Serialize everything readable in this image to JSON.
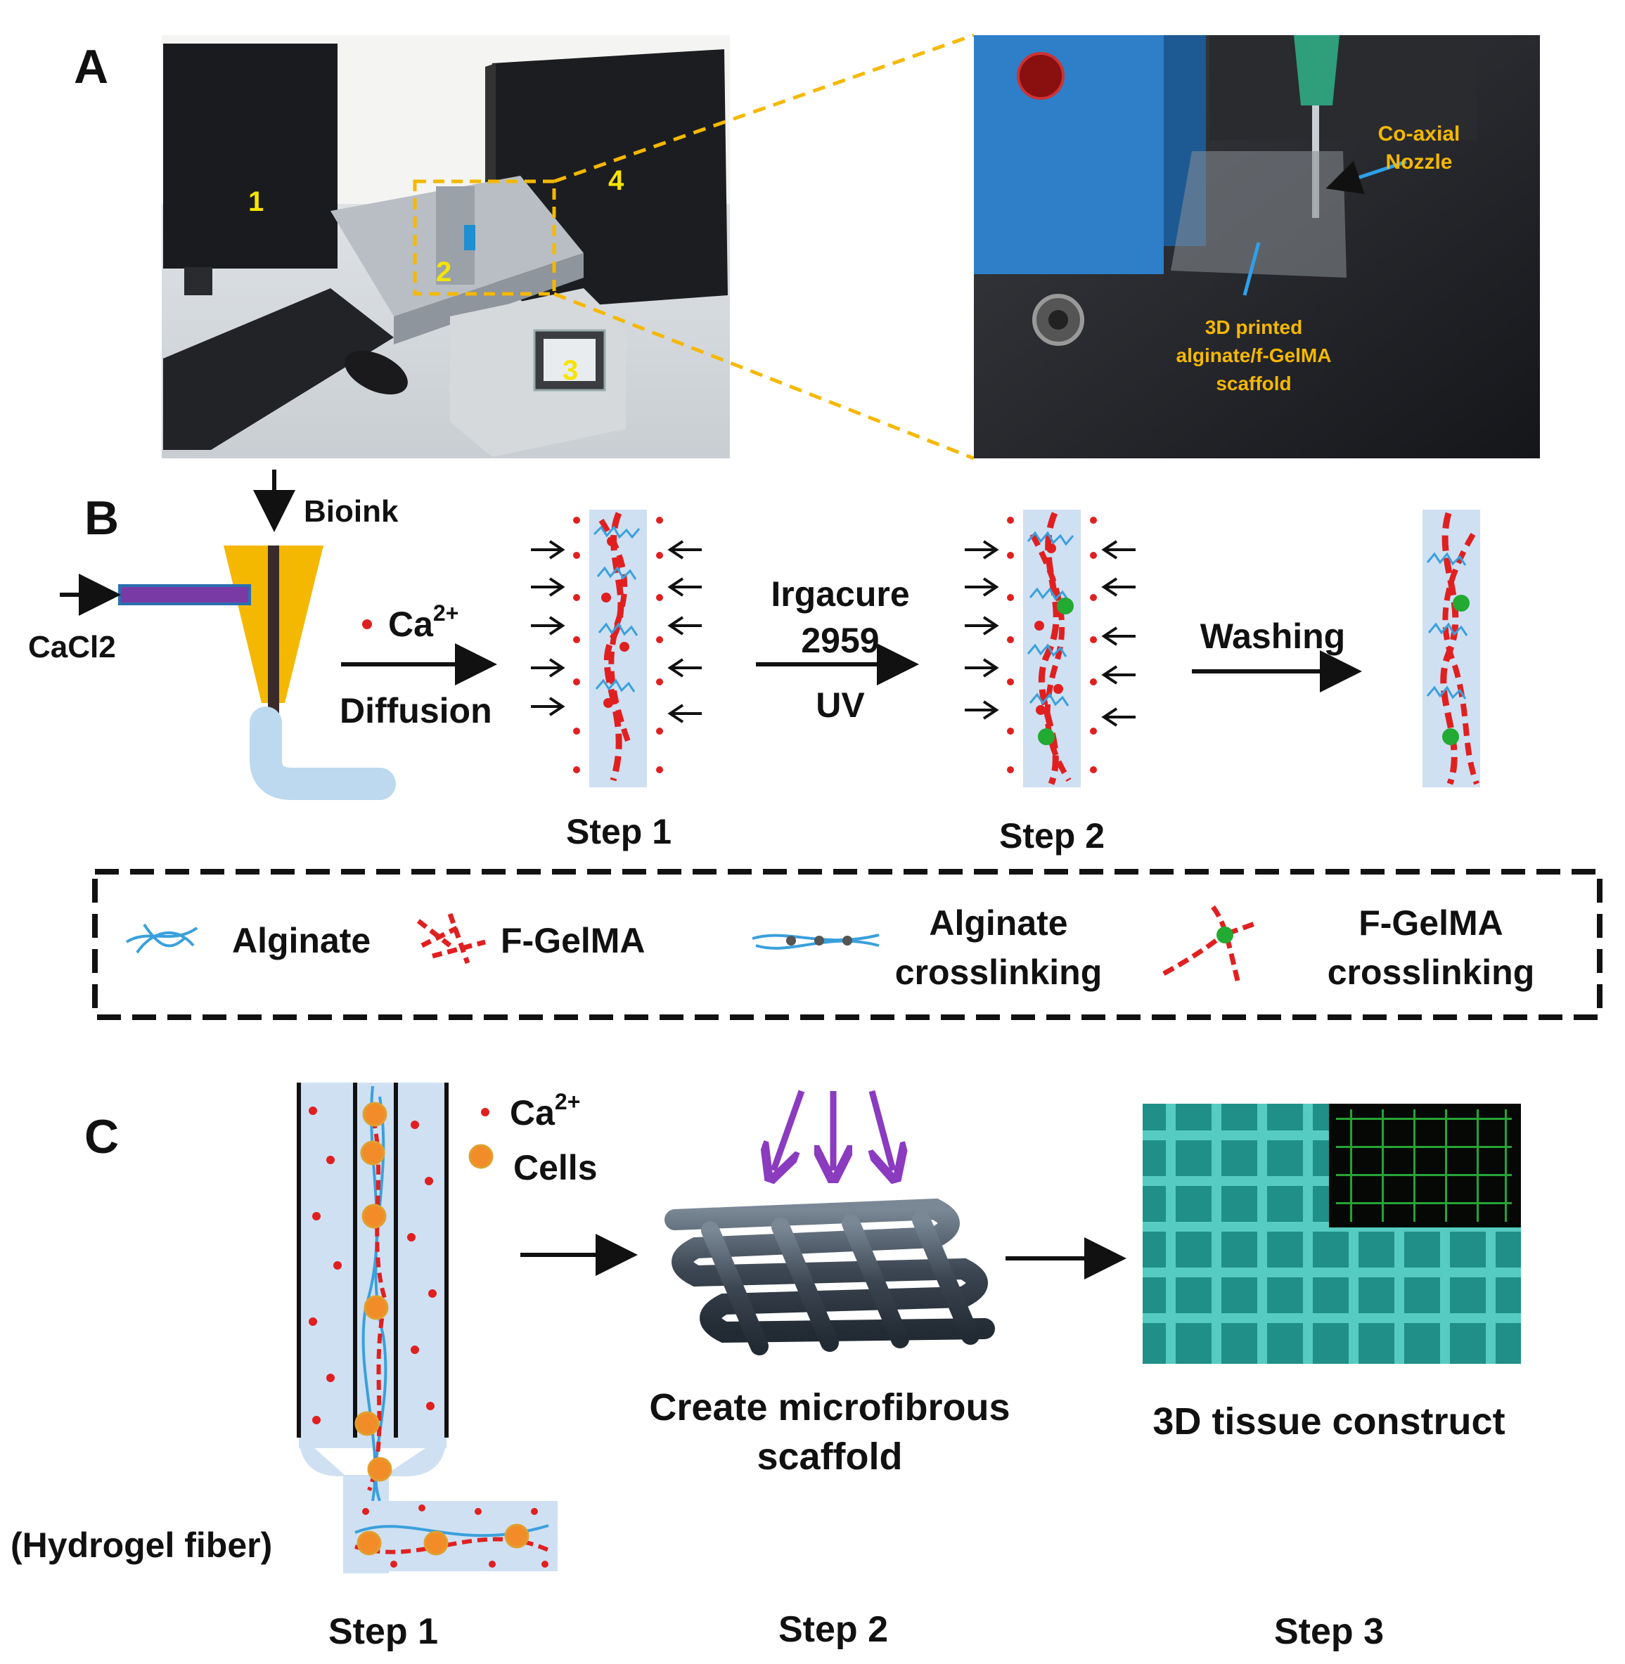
{
  "panels": {
    "a": {
      "label": "A"
    },
    "b": {
      "label": "B"
    },
    "c": {
      "label": "C"
    }
  },
  "photo_left": {
    "markers": [
      "1",
      "2",
      "3",
      "4"
    ]
  },
  "photo_right": {
    "nozzle_label": [
      "Co-axial",
      "Nozzle"
    ],
    "scaffold_label": [
      "3D printed",
      "alginate/f-GelMA",
      "scaffold"
    ]
  },
  "panel_b": {
    "bioink": "Bioink",
    "cacl2": "CaCl2",
    "ca_symbol": "Ca",
    "ca_charge": "2+",
    "diffusion": "Diffusion",
    "irgacure_line1": "Irgacure",
    "irgacure_line2": "2959",
    "uv": "UV",
    "washing": "Washing",
    "step1": "Step 1",
    "step2": "Step 2"
  },
  "legend": {
    "alginate": "Alginate",
    "fgelma": "F-GelMA",
    "alginate_xl_line1": "Alginate",
    "alginate_xl_line2": "crosslinking",
    "fgelma_xl_line1": "F-GelMA",
    "fgelma_xl_line2": "crosslinking"
  },
  "panel_c": {
    "ca_symbol": "Ca",
    "ca_charge": "2+",
    "cells": "Cells",
    "hydrogel_fiber": "(Hydrogel fiber)",
    "create_line1": "Create microfibrous",
    "create_line2": "scaffold",
    "tissue": "3D tissue construct",
    "step1": "Step 1",
    "step2": "Step 2",
    "step3": "Step 3"
  },
  "colors": {
    "accent_yellow": "#f5b800",
    "fiber_bg": "#cfe0f3",
    "alginate_blue": "#3aa0dc",
    "gelma_red": "#e02020",
    "crosslink_green": "#22aa33",
    "purple_arrow": "#8a3bbf",
    "scaffold_gray": "#4b5866",
    "tissue_teal": "#25a89e"
  }
}
